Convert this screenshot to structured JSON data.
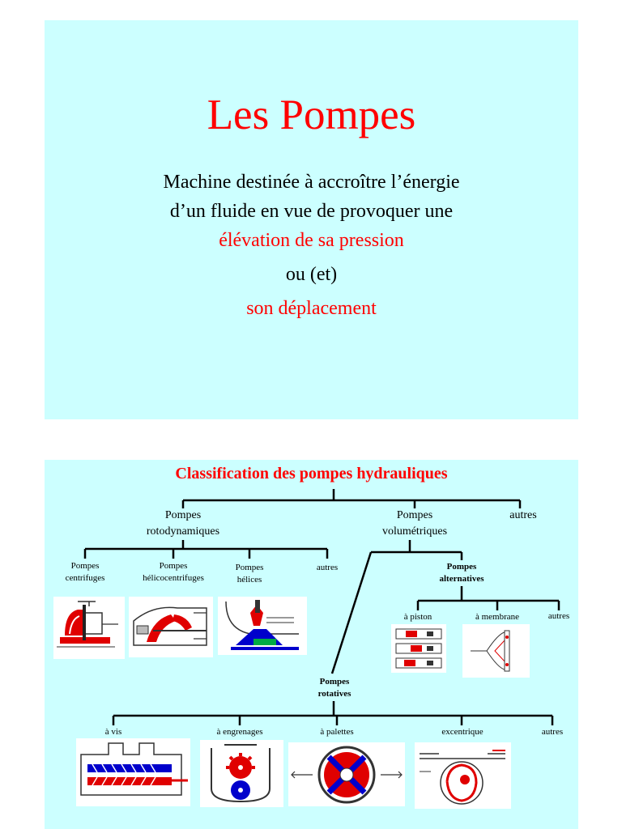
{
  "slide1": {
    "title": "Les Pompes",
    "line1": "Machine destinée à accroître l’énergie",
    "line2": "d’un fluide en vue de provoquer une",
    "line3": "élévation de sa pression",
    "line4": "ou (et)",
    "line5": "son déplacement"
  },
  "slide2": {
    "title": "Classification des pompes hydrauliques",
    "top": {
      "roto": [
        "Pompes",
        "rotodynamiques"
      ],
      "volu": [
        "Pompes",
        "volumétriques"
      ],
      "autres": "autres"
    },
    "roto_children": {
      "centrifuges": [
        "Pompes",
        "centrifuges"
      ],
      "helicocentrifuges": [
        "Pompes",
        "hélicocentrifuges"
      ],
      "helices": [
        "Pompes",
        "hélices"
      ],
      "autres": "autres"
    },
    "alternatives": {
      "label": [
        "Pompes",
        "alternatives"
      ],
      "piston": "à piston",
      "membrane": "à membrane",
      "autres": "autres"
    },
    "rotatives": {
      "label": [
        "Pompes",
        "rotatives"
      ],
      "vis": "à vis",
      "engrenages": "à engrenages",
      "palettes": "à palettes",
      "excentrique": "excentrique",
      "autres": "autres"
    }
  },
  "colors": {
    "slide_bg": "#ccffff",
    "accent": "#ff0000",
    "blue": "#0000ff"
  }
}
